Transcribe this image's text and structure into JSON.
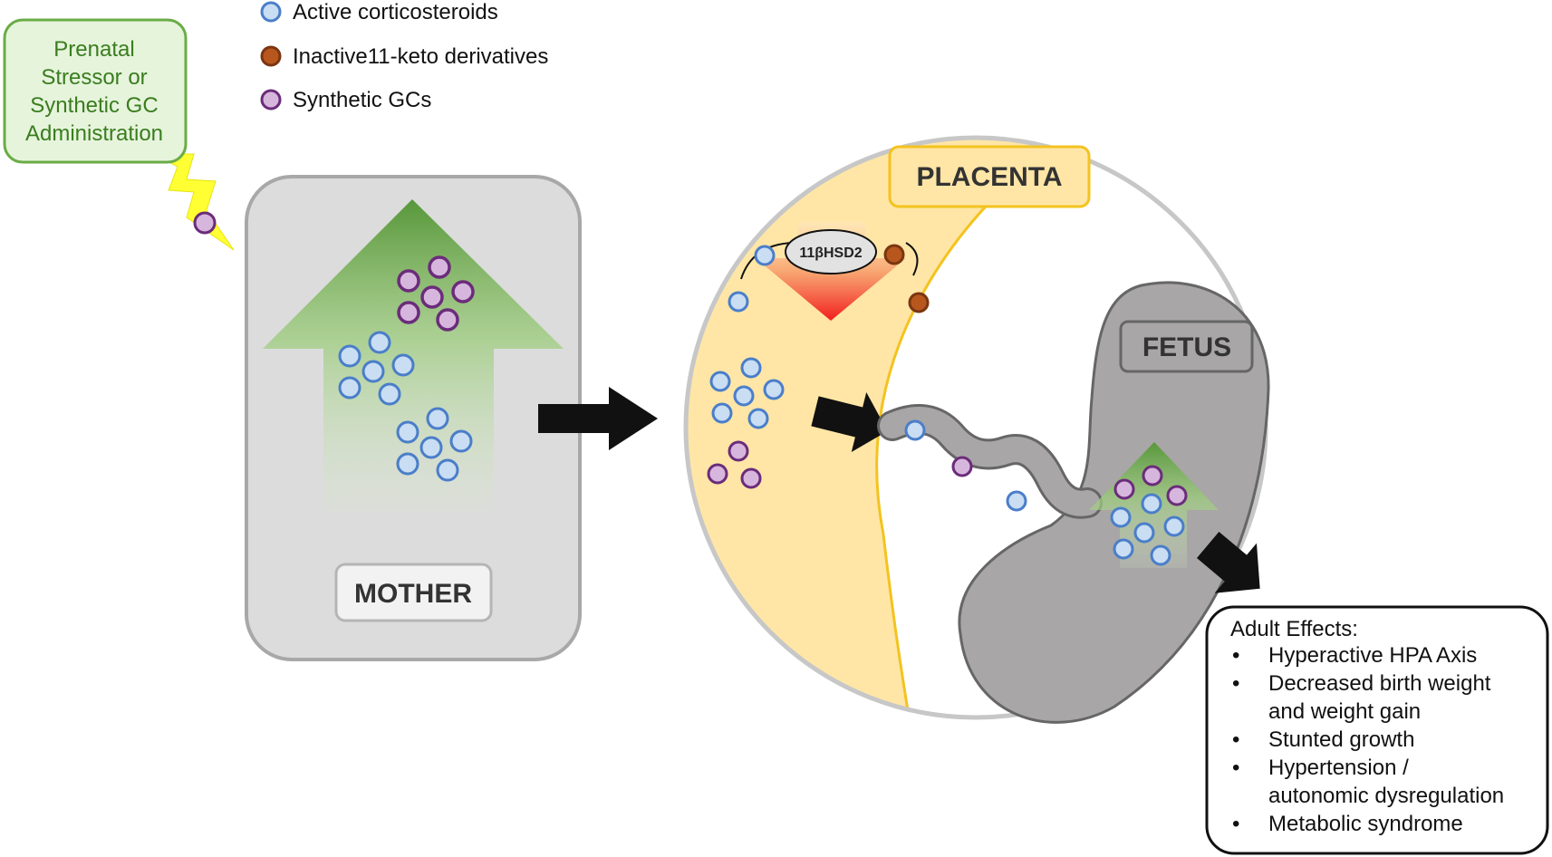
{
  "legend": {
    "items": [
      {
        "label": "Active corticosteroids",
        "color": "#c9ddf3",
        "stroke": "#4a7ec9"
      },
      {
        "label": "Inactive11-keto derivatives",
        "color": "#b8571d",
        "stroke": "#7a3510"
      },
      {
        "label": "Synthetic GCs",
        "color": "#d7b6de",
        "stroke": "#6b2c7a"
      }
    ]
  },
  "stressor": {
    "lines": [
      "Prenatal",
      "Stressor or",
      "Synthetic GC",
      "Administration"
    ],
    "border_color": "#6aac46",
    "fill_color": "#e6f4dc",
    "bolt_color": "#ffff33"
  },
  "mother": {
    "label": "MOTHER"
  },
  "placenta": {
    "label": "PLACENTA",
    "fill_color": "#ffe6a6",
    "border_color": "#f3c31f"
  },
  "enzyme": {
    "label": "11βHSD2"
  },
  "fetus": {
    "label": "FETUS",
    "fill_color": "#a8a6a6"
  },
  "effects": {
    "title": "Adult Effects:",
    "bullet": "•",
    "items": [
      [
        "Hyperactive HPA Axis"
      ],
      [
        "Decreased birth weight",
        "and weight gain"
      ],
      [
        "Stunted growth"
      ],
      [
        "Hypertension /",
        "autonomic dysregulation"
      ],
      [
        "Metabolic syndrome"
      ]
    ]
  }
}
